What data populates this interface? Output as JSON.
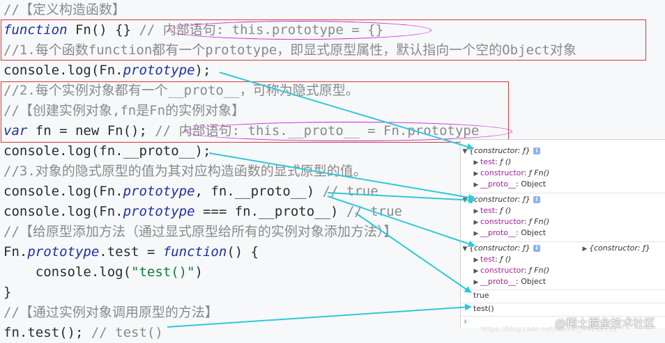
{
  "code": {
    "l1": "//【定义构造函数】",
    "l2_kw": "function",
    "l2_rest": " Fn() {} ",
    "l2_cm": "// 内部语句: this.prototype = {}",
    "l3": "//1.每个函数function都有一个prototype，即显式原型属性，默认指向一个空的Object对象",
    "l4_a": "console.log(Fn.",
    "l4_b": "prototype",
    "l4_c": ");",
    "l5": "//2.每个实例对象都有一个__proto__，可称为隐式原型。",
    "l6": "//【创建实例对象,fn是Fn的实例对象】",
    "l7_kw": "var",
    "l7_rest": " fn = new Fn(); ",
    "l7_cm": "// 内部语句: this.__proto__ = Fn.prototype",
    "l8": "console.log(fn.__proto__);",
    "l9": "//3.对象的隐式原型的值为其对应构造函数的显式原型的值。",
    "l10_a": "console.log(Fn.",
    "l10_b": "prototype",
    "l10_c": ", fn.__proto__) ",
    "l10_cm": "// true",
    "l11_a": "console.log(Fn.",
    "l11_b": "prototype",
    "l11_c": " === fn.__proto__) ",
    "l11_cm": "// true",
    "l12": "//【给原型添加方法（通过显式原型给所有的实例对象添加方法）】",
    "l13_a": "Fn.",
    "l13_b": "prototype",
    "l13_c": ".test = ",
    "l13_kw": "function",
    "l13_d": "() {",
    "l14_a": "    console.log(",
    "l14_str": "\"test()\"",
    "l14_b": ")",
    "l15": "}",
    "l16": "//【通过实例对象调用原型的方法】",
    "l17_a": "fn.test(); ",
    "l17_cm": "// test()"
  },
  "console": {
    "obj_label": "{constructor: ƒ}",
    "test_key": "test",
    "test_val": "ƒ ()",
    "ctor_key": "constructor",
    "ctor_val": "ƒ Fn()",
    "proto_key": "__proto__",
    "proto_val": "Object",
    "true_out": "true",
    "test_out": "test()",
    "prompt": "›"
  },
  "watermark": {
    "text": "@稀土掘金技术社区",
    "url": "https://blog.csdn.net/weixin_44148133"
  },
  "colors": {
    "annotation_box": "#d9383a",
    "annotation_oval": "#d21fd0",
    "arrow": "#2ec9d6"
  }
}
